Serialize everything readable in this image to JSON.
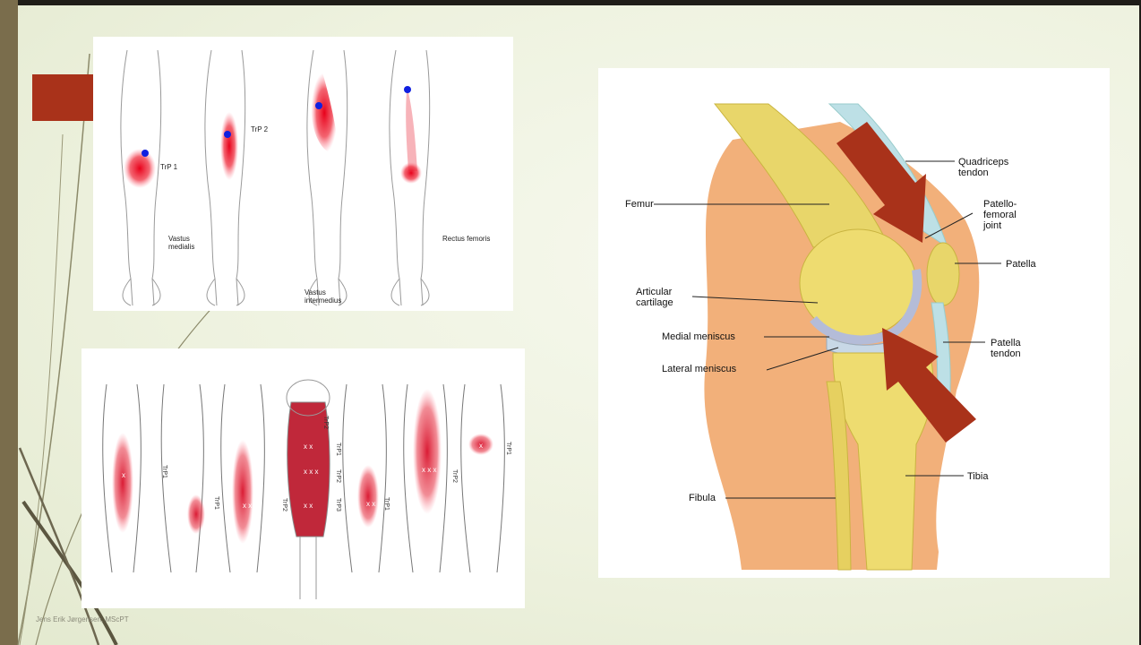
{
  "slide": {
    "footer": "Jens Erik Jørgensen, MScPT",
    "accent_color": "#a9321a",
    "frame_color": "#7a6d4c"
  },
  "trigger_points_panel": {
    "labels": {
      "trp1": "TrP 1",
      "trp2": "TrP 2",
      "vastus_medialis": "Vastus\nmedialis",
      "vastus_intermedius": "Vastus\nintermedius",
      "rectus_femoris": "Rectus femoris"
    }
  },
  "hamstring_panel": {
    "labels": [
      "TrP1",
      "TrP1",
      "TrP2",
      "TrP1",
      "TrP2",
      "TrP3",
      "TrP1",
      "TrP2",
      "TrP1",
      "TrP2"
    ]
  },
  "knee_panel": {
    "labels": {
      "femur": "Femur",
      "articular_cartilage": "Articular\ncartilage",
      "medial_meniscus": "Medial meniscus",
      "lateral_meniscus": "Lateral meniscus",
      "fibula": "Fibula",
      "quadriceps_tendon": "Quadriceps\ntendon",
      "patellofemoral_joint": "Patello-\nfemoral\njoint",
      "patella": "Patella",
      "patella_tendon": "Patella\ntendon",
      "tibia": "Tibia"
    },
    "arrow_color": "#a9321a"
  }
}
